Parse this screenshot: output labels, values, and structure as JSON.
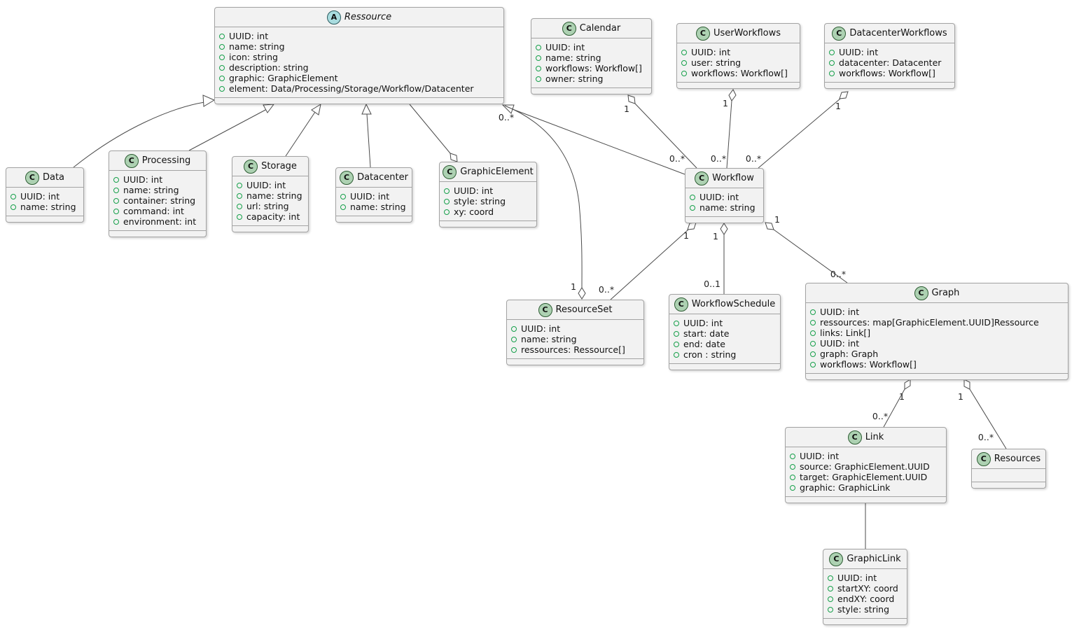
{
  "diagram_type": "uml-class-diagram",
  "colors": {
    "box_background": "#f2f2f2",
    "box_border": "#a3a3a3",
    "class_icon_background": "#add1b2",
    "abstract_icon_background": "#a9dcdf",
    "field_bullet_green": "#16a04a",
    "edge_stroke": "#4b4b4b",
    "page_background": "#ffffff"
  },
  "icon_letters": {
    "abstract": "A",
    "class": "C"
  },
  "mult": {
    "one": "1",
    "zero_many": "0..*",
    "zero_one": "0..1"
  },
  "classes": [
    {
      "name": "Ressource",
      "stereotype": "abstract",
      "attrs": [
        "UUID: int",
        "name: string",
        "icon: string",
        "description: string",
        "graphic: GraphicElement",
        "element: Data/Processing/Storage/Workflow/Datacenter"
      ]
    },
    {
      "name": "Calendar",
      "stereotype": "class",
      "attrs": [
        "UUID: int",
        "name: string",
        "workflows: Workflow[]",
        "owner: string"
      ]
    },
    {
      "name": "UserWorkflows",
      "stereotype": "class",
      "attrs": [
        "UUID: int",
        "user: string",
        "workflows: Workflow[]"
      ]
    },
    {
      "name": "DatacenterWorkflows",
      "stereotype": "class",
      "attrs": [
        "UUID: int",
        "datacenter: Datacenter",
        "workflows: Workflow[]"
      ]
    },
    {
      "name": "Data",
      "stereotype": "class",
      "attrs": [
        "UUID: int",
        "name: string"
      ]
    },
    {
      "name": "Processing",
      "stereotype": "class",
      "attrs": [
        "UUID: int",
        "name: string",
        "container: string",
        "command: int",
        "environment: int"
      ]
    },
    {
      "name": "Storage",
      "stereotype": "class",
      "attrs": [
        "UUID: int",
        "name: string",
        "url: string",
        "capacity: int"
      ]
    },
    {
      "name": "Datacenter",
      "stereotype": "class",
      "attrs": [
        "UUID: int",
        "name: string"
      ]
    },
    {
      "name": "GraphicElement",
      "stereotype": "class",
      "attrs": [
        "UUID: int",
        "style: string",
        "xy: coord"
      ]
    },
    {
      "name": "Workflow",
      "stereotype": "class",
      "attrs": [
        "UUID: int",
        "name: string"
      ]
    },
    {
      "name": "ResourceSet",
      "stereotype": "class",
      "attrs": [
        "UUID: int",
        "name: string",
        "ressources: Ressource[]"
      ]
    },
    {
      "name": "WorkflowSchedule",
      "stereotype": "class",
      "attrs": [
        "UUID: int",
        "start: date",
        "end: date",
        "cron : string"
      ]
    },
    {
      "name": "Graph",
      "stereotype": "class",
      "attrs": [
        "UUID: int",
        "ressources: map[GraphicElement.UUID]Ressource",
        "links: Link[]",
        "UUID: int",
        "graph: Graph",
        "workflows: Workflow[]"
      ]
    },
    {
      "name": "Link",
      "stereotype": "class",
      "attrs": [
        "UUID: int",
        "source: GraphicElement.UUID",
        "target: GraphicElement.UUID",
        "graphic: GraphicLink"
      ]
    },
    {
      "name": "Resources",
      "stereotype": "class",
      "attrs": []
    },
    {
      "name": "GraphicLink",
      "stereotype": "class",
      "attrs": [
        "UUID: int",
        "startXY: coord",
        "endXY: coord",
        "style: string"
      ]
    }
  ],
  "relations": [
    {
      "from": "Data",
      "to": "Ressource",
      "type": "generalization"
    },
    {
      "from": "Processing",
      "to": "Ressource",
      "type": "generalization"
    },
    {
      "from": "Storage",
      "to": "Ressource",
      "type": "generalization"
    },
    {
      "from": "Datacenter",
      "to": "Ressource",
      "type": "generalization"
    },
    {
      "from": "Workflow",
      "to": "Ressource",
      "type": "generalization"
    },
    {
      "owner": "GraphicElement",
      "to": "Ressource",
      "type": "aggregation"
    },
    {
      "owner": "Calendar",
      "owner_mult": "1",
      "to": "Workflow",
      "to_mult": "0..*",
      "type": "aggregation"
    },
    {
      "owner": "UserWorkflows",
      "owner_mult": "1",
      "to": "Workflow",
      "to_mult": "0..*",
      "type": "aggregation"
    },
    {
      "owner": "DatacenterWorkflows",
      "owner_mult": "1",
      "to": "Workflow",
      "to_mult": "0..*",
      "type": "aggregation"
    },
    {
      "owner": "ResourceSet",
      "owner_mult": "1",
      "to": "Ressource",
      "to_mult": "0..*",
      "type": "aggregation"
    },
    {
      "owner": "Workflow",
      "owner_mult": "1",
      "to": "ResourceSet",
      "to_mult": "0..*",
      "type": "aggregation"
    },
    {
      "owner": "Workflow",
      "owner_mult": "1",
      "to": "WorkflowSchedule",
      "to_mult": "0..1",
      "type": "aggregation"
    },
    {
      "owner": "Workflow",
      "owner_mult": "1",
      "to": "Graph",
      "to_mult": "0..*",
      "type": "aggregation"
    },
    {
      "owner": "Graph",
      "owner_mult": "1",
      "to": "Link",
      "to_mult": "0..*",
      "type": "aggregation"
    },
    {
      "owner": "Graph",
      "owner_mult": "1",
      "to": "Resources",
      "to_mult": "0..*",
      "type": "aggregation"
    },
    {
      "from": "Link",
      "to": "GraphicLink",
      "type": "association"
    }
  ]
}
